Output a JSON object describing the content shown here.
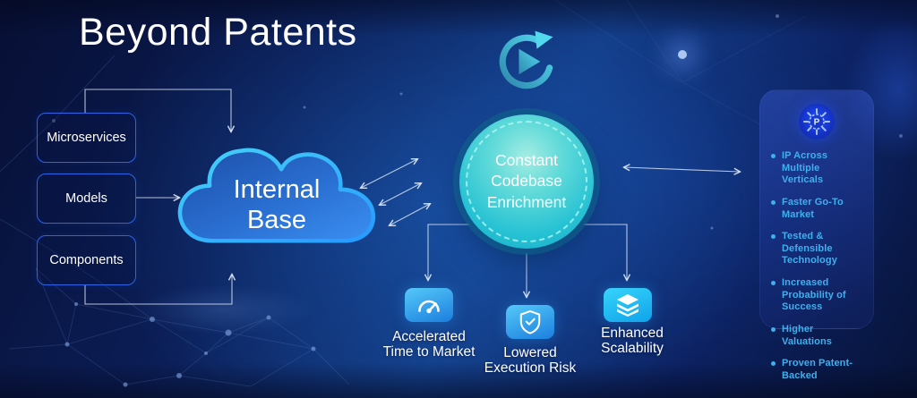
{
  "title": "Beyond Patents",
  "sources": {
    "items": [
      {
        "label": "Microservices"
      },
      {
        "label": "Models"
      },
      {
        "label": "Components"
      }
    ]
  },
  "cloud": {
    "line1": "Internal",
    "line2": "Base"
  },
  "hub": {
    "line1": "Constant",
    "line2": "Codebase",
    "line3": "Enrichment"
  },
  "outcomes": {
    "items": [
      {
        "icon": "speedometer-icon",
        "line1": "Accelerated",
        "line2": "Time to Market"
      },
      {
        "icon": "shield-check-icon",
        "line1": "Lowered",
        "line2": "Execution Risk"
      },
      {
        "icon": "layers-icon",
        "line1": "Enhanced",
        "line2": "Scalability"
      }
    ]
  },
  "benefits": {
    "icon": "patent-gear-icon",
    "icon_letter": "P",
    "items": [
      {
        "label": "IP Across Multiple Verticals"
      },
      {
        "label": "Faster Go-To Market"
      },
      {
        "label": "Tested & Defensible Technology"
      },
      {
        "label": "Increased Probability of Success"
      },
      {
        "label": "Higher Valuations"
      },
      {
        "label": "Proven Patent-Backed"
      }
    ]
  },
  "colors": {
    "background_dark": "#081138",
    "background_mid": "#123a82",
    "cloud_border_cyan": "#37c0f2",
    "hub_teal": "#21bcd2",
    "box_border_blue": "#2b63e8",
    "benefit_text_cyan": "#3fb0ee",
    "tile_gradient_top": "#56c9f9",
    "tile_gradient_bottom": "#1b7ede",
    "loop_icon_teal": "#49c4de",
    "text_white": "#ffffff"
  }
}
